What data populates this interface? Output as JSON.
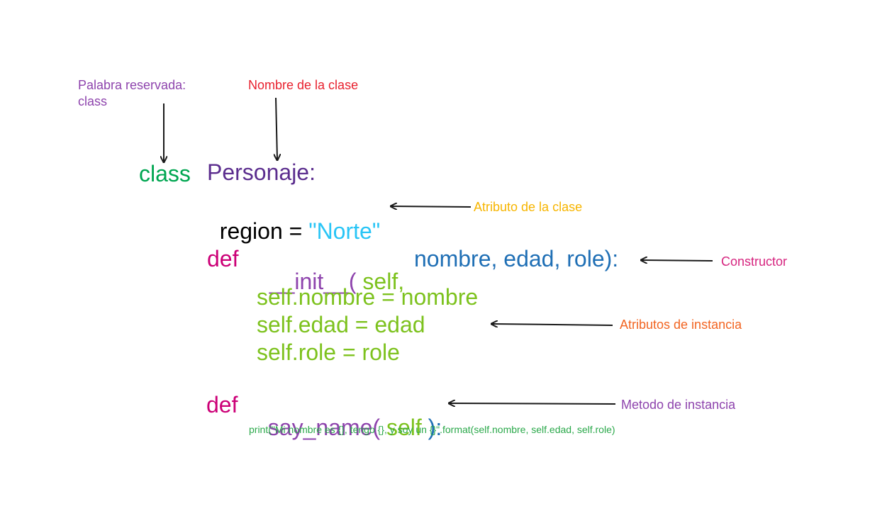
{
  "colors": {
    "keyword_class": "#00a651",
    "class_name": "#5b2d8e",
    "plain": "#000000",
    "string": "#29c5f6",
    "keyword_def": "#cc0077",
    "method_name": "#8e44ad",
    "self": "#7dc21e",
    "params": "#1f6fb5",
    "print": "#2aa84a",
    "ann_reserved": "#8e44ad",
    "ann_classname": "#e8212e",
    "ann_class_attr": "#f7b500",
    "ann_constructor": "#d6247f",
    "ann_instance_attrs": "#f26522",
    "ann_instance_method": "#8e44ad",
    "arrow": "#1a1a1a"
  },
  "annotations": {
    "reserved_word_line1": "Palabra reservada:",
    "reserved_word_line2": "class",
    "class_name": "Nombre de la clase",
    "class_attribute": "Atributo de la clase",
    "constructor": "Constructor",
    "instance_attributes": "Atributos de instancia",
    "instance_method": "Metodo de instancia"
  },
  "code": {
    "class_keyword": "class",
    "class_name": "Personaje:",
    "region_var": "region = ",
    "region_value": "\"Norte\"",
    "def_keyword_1": "def",
    "init_name": "__init__(",
    "init_self": " self,",
    "init_params": "nombre, edad, role):",
    "assign_nombre": "self.nombre = nombre",
    "assign_edad": "self.edad = edad",
    "assign_role": "self.role = role",
    "def_keyword_2": "def",
    "say_name": "say_name(",
    "say_self": " self ",
    "say_close": "):",
    "print_line": "print(\"Mi nombre es {}, tengo {}, y soy un {}\".format(self.nombre, self.edad, self.role)"
  }
}
